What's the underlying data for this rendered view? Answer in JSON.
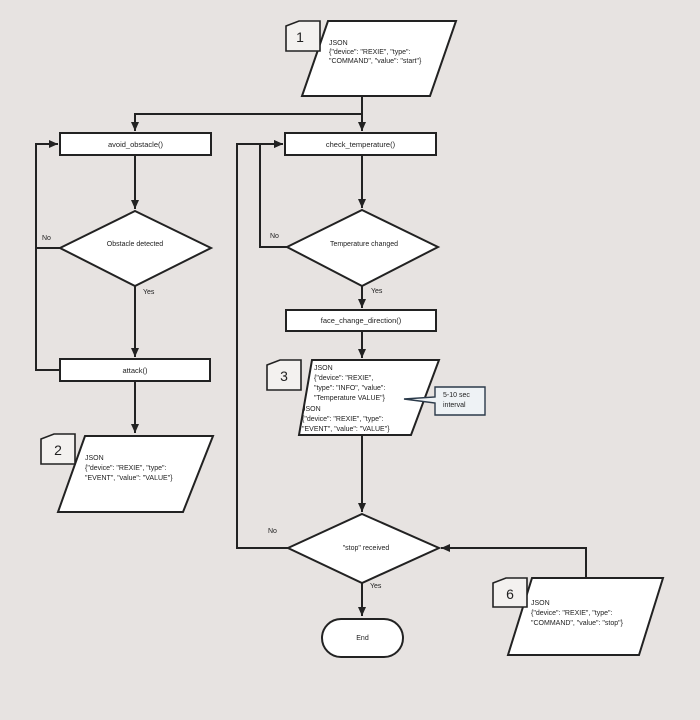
{
  "colors": {
    "background": "#e7e3e1",
    "shape_fill": "#ffffff",
    "stroke": "#222222"
  },
  "badges": {
    "b1": "1",
    "b2": "2",
    "b3": "3",
    "b6": "6"
  },
  "data_io": {
    "start_command": [
      "JSON",
      "{\"device\": \"REXIE\", \"type\":",
      "\"COMMAND\", \"value\": \"start\"}"
    ],
    "attack_event": [
      "JSON",
      "{\"device\": \"REXIE\", \"type\":",
      "\"EVENT\", \"value\": \"VALUE\"}"
    ],
    "temperature_info": [
      "JSON",
      "{\"device\": \"REXIE\",",
      "\"type\": \"INFO\", \"value\":",
      "\"Temperature VALUE\"}",
      "JSON",
      "{\"device\": \"REXIE\", \"type\":",
      "\"EVENT\", \"value\": \"VALUE\"}"
    ],
    "stop_command": [
      "JSON",
      "{\"device\": \"REXIE\", \"type\":",
      "\"COMMAND\", \"value\":  \"stop\"}"
    ]
  },
  "processes": {
    "avoid_obstacle": "avoid_obstacle()",
    "check_temperature": "check_temperature()",
    "attack": "attack()",
    "face_change_direction": "face_change_direction()"
  },
  "decisions": {
    "obstacle_detected": "Obstacle detected",
    "temperature_changed": "Temperature changed",
    "stop_received": "\"stop\" received"
  },
  "branch_labels": {
    "obstacle_no": "No",
    "obstacle_yes": "Yes",
    "temperature_no": "No",
    "temperature_yes": "Yes",
    "stop_no": "No",
    "stop_yes": "Yes"
  },
  "callout": [
    "5-10 sec",
    "interval"
  ],
  "terminal": {
    "end": "End"
  }
}
